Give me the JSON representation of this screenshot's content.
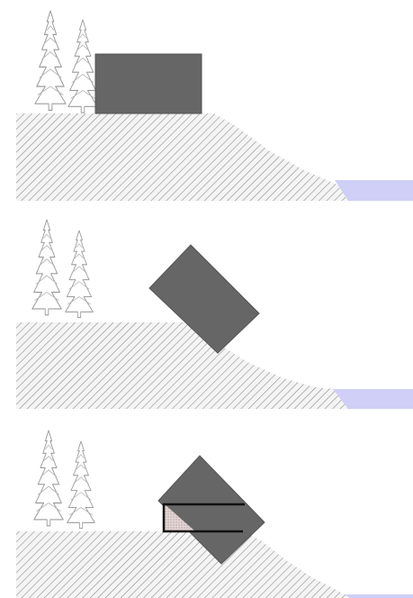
{
  "panels": [
    {
      "id": "panel-1",
      "state": "building-on-flat-ground"
    },
    {
      "id": "panel-2",
      "state": "building-tilting-over-slope"
    },
    {
      "id": "panel-3",
      "state": "building-tilting-with-foundation-outline"
    }
  ],
  "colors": {
    "background": "#ffffff",
    "building": "#666666",
    "building_edge": "#555555",
    "ground_hatch": "#9a9a9a",
    "ground_fill": "#f2f2f2",
    "water": "#c9c9f5",
    "tree_stroke": "#9a9a9a",
    "foundation_outline": "#111111",
    "wedge_fill": "#d9c8c8"
  },
  "icons": {
    "tree": "fir-tree-icon",
    "building": "building-block",
    "water": "water-body"
  }
}
